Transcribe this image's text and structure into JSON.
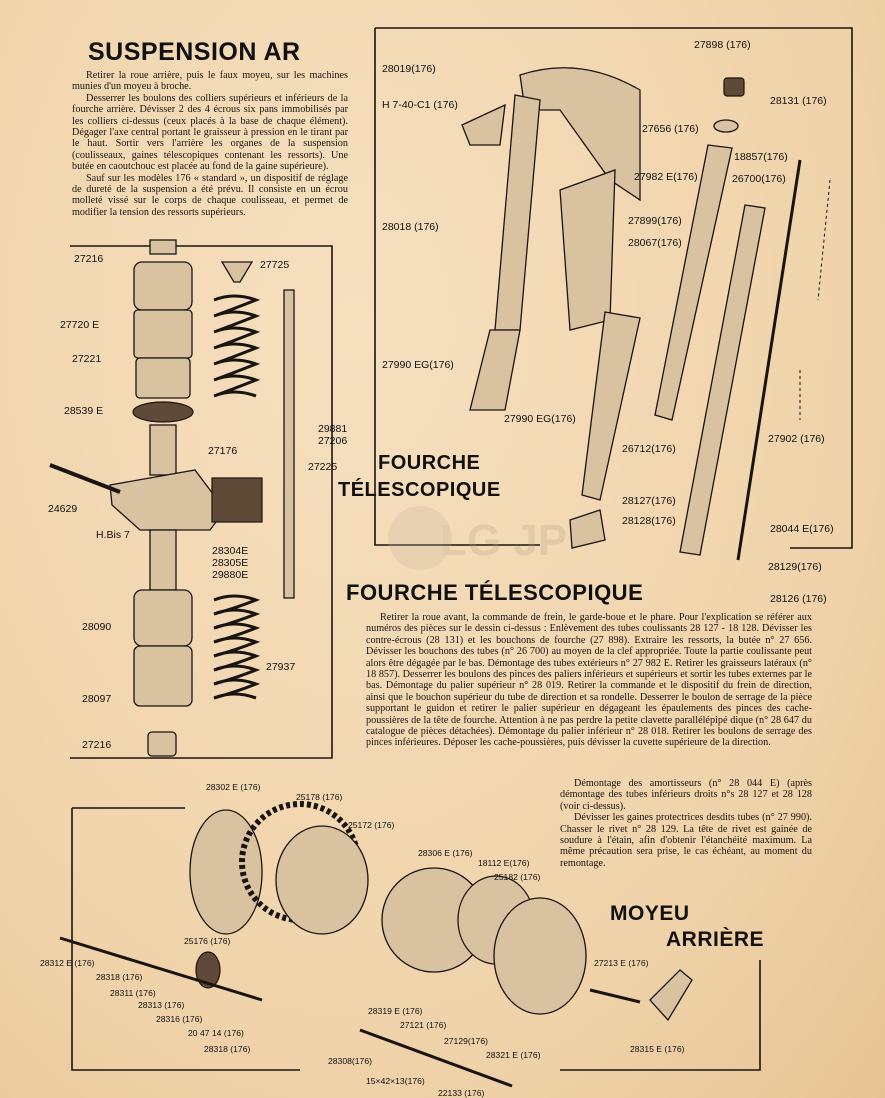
{
  "sections": {
    "suspension_title": "SUSPENSION AR",
    "suspension_text": [
      "Retirer la roue arrière, puis le faux moyeu, sur les machines munies d'un moyeu à broche.",
      "Desserrer les boulons des colliers supérieurs et inférieurs de la fourche arrière. Dévisser 2 des 4 écrous six pans immobilisés par les colliers ci-dessus (ceux placés à la base de chaque élément). Dégager l'axe central portant le graisseur à pression en le tirant par le haut. Sortir vers l'arrière les organes de la suspension (coulisseaux, gaines télescopiques contenant les ressorts). Une butée en caoutchouc est placée au fond de la gaine supérieure).",
      "Sauf sur les modèles 176 « standard », un dispositif de réglage de dureté de la suspension a été prévu. Il consiste en un écrou molleté vissé sur le corps de chaque coulisseau, et permet de modifier la tension des ressorts supérieurs."
    ],
    "fourche_heading_1": "FOURCHE",
    "fourche_heading_2": "TÉLESCOPIQUE",
    "fourche_title": "FOURCHE TÉLESCOPIQUE",
    "fourche_text": [
      "Retirer la roue avant, la commande de frein, le garde-boue et le phare. Pour l'explication se référer aux numéros des pièces sur le dessin ci-dessus : Enlèvement des tubes coulissants 28 127 - 18 128. Dévisser les contre-écrous (28 131) et les bouchons de fourche (27 898). Extraire les ressorts, la butée n° 27 656. Dévisser les bouchons des tubes (n° 26 700) au moyen de la clef appropriée. Toute la partie coulissante peut alors être dégagée par le bas. Démontage des tubes extérieurs n° 27 982 E. Retirer les graisseurs latéraux (n° 18 857). Desserrer les boulons des pinces des paliers inférieurs et supérieurs et sortir les tubes externes par le bas. Démontage du palier supérieur n° 28 019. Retirer la commande et le dispositif du frein de direction, ainsi que le bouchon supérieur du tube de direction et sa rondelle. Desserrer le boulon de serrage de la pièce supportant le guidon et retirer le palier supérieur en dégageant les épaulements des pinces des cache-poussières de la tête de fourche. Attention à ne pas perdre la petite clavette parallélépipé dique (n° 28 647 du catalogue de pièces détachées). Démontage du palier inférieur n° 28 018. Retirer les boulons de serrage des pinces inférieures. Déposer les cache-poussières, puis dévisser la cuvette supérieure de la direction."
    ],
    "amortisseurs_text": [
      "Démontage des amortisseurs (n° 28 044 E) (après démontage des tubes inférieurs droits n°s 28 127 et 28 128 (voir ci-dessus).",
      "Dévisser les gaines protectrices desdits tubes (n° 27 990). Chasser le rivet n° 28 129. La tête de rivet est gainée de soudure à l'étain, afin d'obtenir l'étanchéité maximum. La même précaution sera prise, le cas échéant, au moment du remontage."
    ],
    "moyeu_heading_1": "MOYEU",
    "moyeu_heading_2": "ARRIÈRE"
  },
  "watermark": "LG JP",
  "labels_suspension": [
    "27216",
    "27725",
    "27720 E",
    "27221",
    "27176",
    "28539 E",
    "29881",
    "27206",
    "27225",
    "24629",
    "H.Bis 7",
    "28304E",
    "28305E",
    "29880E",
    "28090",
    "27937",
    "28097",
    "27216"
  ],
  "labels_fourche": [
    "28019(176)",
    "H 7-40-C1 (176)",
    "28018 (176)",
    "27990 EG(176)",
    "27990 EG(176)",
    "27898 (176)",
    "28131 (176)",
    "27656 (176)",
    "18857(176)",
    "27982 E(176)",
    "26700(176)",
    "27899(176)",
    "28067(176)",
    "26712(176)",
    "27902 (176)",
    "28127(176)",
    "28128(176)",
    "28044 E(176)",
    "28129(176)",
    "28126 (176)"
  ],
  "labels_moyeu": [
    "28302 E (176)",
    "25178 (176)",
    "25172 (176)",
    "28306 E (176)",
    "18112 E(176)",
    "25182 (176)",
    "25176 (176)",
    "28312 E (176)",
    "28318 (176)",
    "28311 (176)",
    "28313 (176)",
    "28316 (176)",
    "20 47 14 (176)",
    "28318 (176)",
    "28319 E (176)",
    "27121 (176)",
    "27129(176)",
    "28308(176)",
    "15×42×13(176)",
    "28321 E (176)",
    "27213 E (176)",
    "28315 E (176)",
    "22133 (176)"
  ]
}
